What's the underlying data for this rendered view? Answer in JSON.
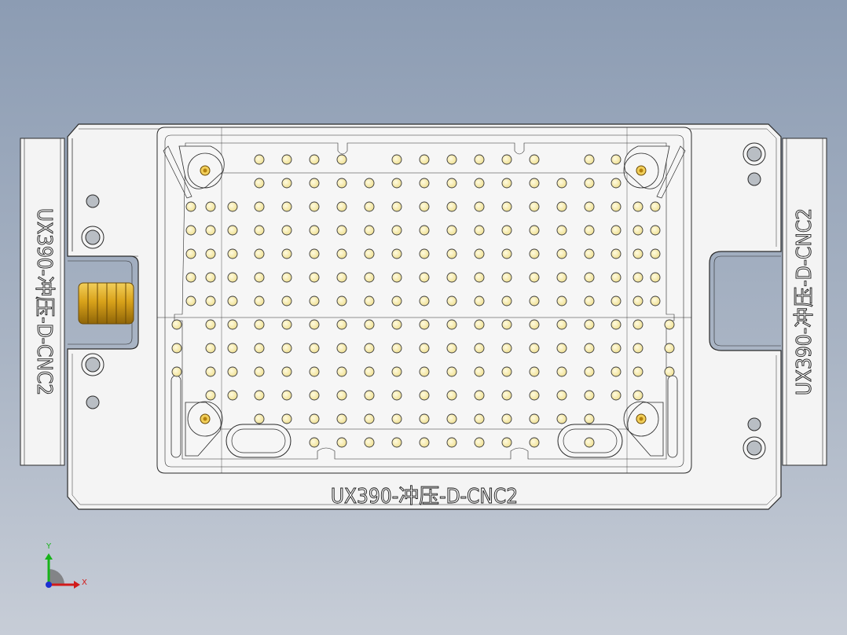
{
  "part": {
    "label_bottom": "UX390-冲压-D-CNC2",
    "label_left": "UX390-冲压-D-CNC2",
    "label_right": "UX390-冲压-D-CNC2"
  },
  "triad": {
    "x_label": "X",
    "y_label": "Y",
    "x_color": "#d11a1a",
    "y_color": "#17b31a",
    "z_color": "#1a2fd1"
  },
  "colors": {
    "part_fill": "#f4f4f4",
    "edge": "#2a2a2a",
    "pin_fill": "#f3e9a6",
    "pin_core": "#e2c85a",
    "brass": "#d9a21a"
  },
  "icons": [
    "axis-triad-icon"
  ]
}
